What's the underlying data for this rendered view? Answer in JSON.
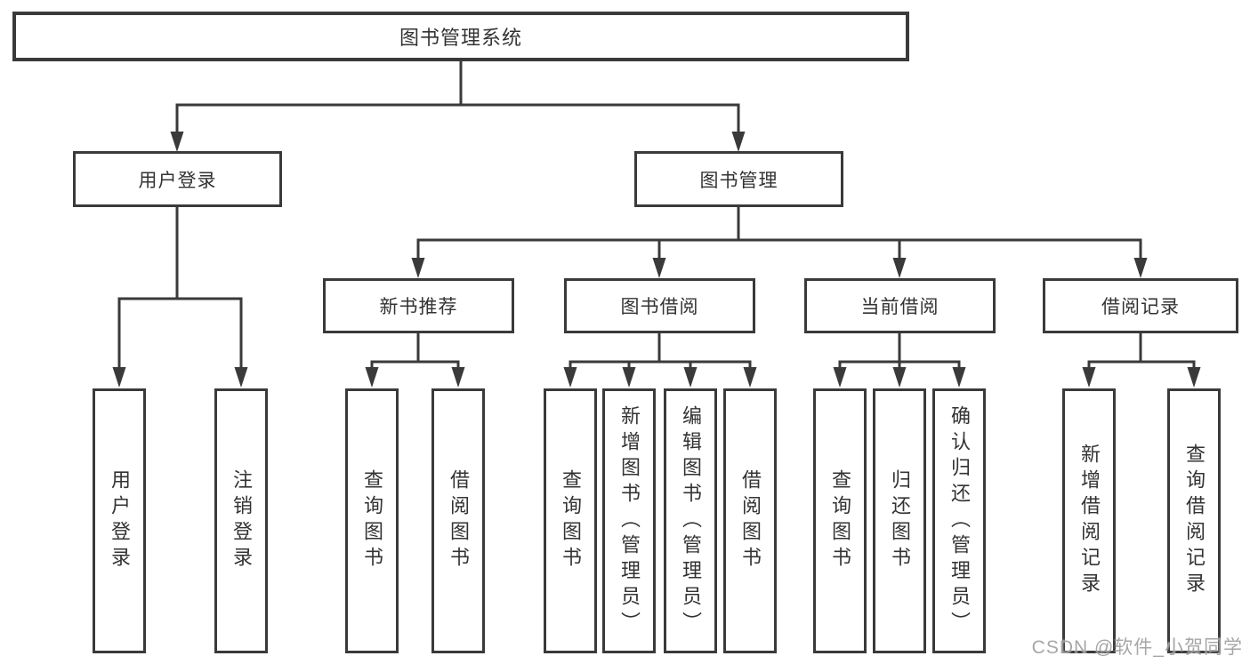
{
  "colors": {
    "line": "#3a3a3a",
    "box_border": "#3a3a3a",
    "box_fill": "#ffffff",
    "text": "#333333",
    "background": "#ffffff",
    "watermark": "#969696"
  },
  "watermark": "CSDN @软件_小贺同学",
  "tree": {
    "label": "图书管理系统",
    "children": [
      {
        "label": "用户登录",
        "children": [
          {
            "label": "用户登录"
          },
          {
            "label": "注销登录"
          }
        ]
      },
      {
        "label": "图书管理",
        "children": [
          {
            "label": "新书推荐",
            "children": [
              {
                "label": "查询图书"
              },
              {
                "label": "借阅图书"
              }
            ]
          },
          {
            "label": "图书借阅",
            "children": [
              {
                "label": "查询图书"
              },
              {
                "label": "新增图书（管理员）"
              },
              {
                "label": "编辑图书（管理员）"
              },
              {
                "label": "借阅图书"
              }
            ]
          },
          {
            "label": "当前借阅",
            "children": [
              {
                "label": "查询图书"
              },
              {
                "label": "归还图书"
              },
              {
                "label": "确认归还（管理员）"
              }
            ]
          },
          {
            "label": "借阅记录",
            "children": [
              {
                "label": "新增借阅记录"
              },
              {
                "label": "查询借阅记录"
              }
            ]
          }
        ]
      }
    ]
  }
}
